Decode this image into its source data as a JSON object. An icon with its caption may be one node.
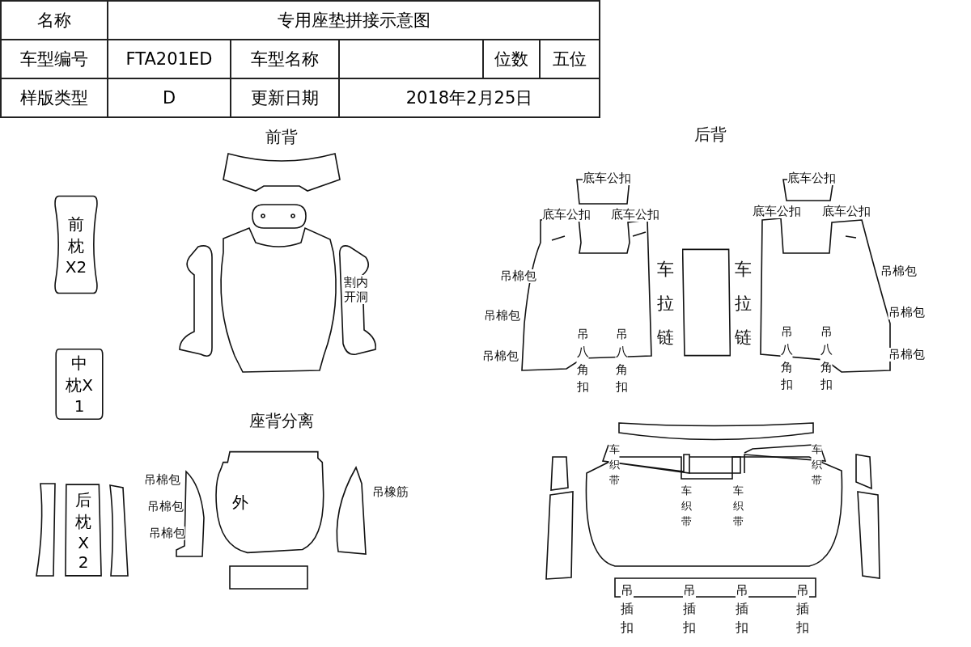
{
  "diagram": {
    "nodes": [
      {
        "text": [
          "前枕X2"
        ]
      },
      {
        "text": [
          "中枕X1"
        ]
      },
      {
        "text": [
          "后枕X2"
        ]
      },
      {
        "text": [
          "外"
        ]
      },
      {
        "text": [],
        "shape": "box"
      }
    ],
    "labels": [
      "名称",
      "专用座垫拼接示意图",
      "车型编号",
      "FTA201ED",
      "车型名称",
      "位数",
      "五位",
      "样版类型",
      "D",
      "更新日期",
      "2018年2月25日",
      "前背",
      "后背",
      "底车公扣",
      "底车公扣",
      "底车公扣",
      "底车公扣",
      "底车公扣",
      "底车公扣",
      "吊棉包",
      "割内开洞",
      "车拉链",
      "车拉链",
      "吊棉包",
      "吊棉包",
      "吊棉包",
      "吊棉包",
      "吊棉包",
      "吊八角扣",
      "吊八角扣",
      "吊八角扣",
      "吊八角扣",
      "座背分离",
      "吊棉包",
      "吊棉包",
      "吊棉包",
      "吊橡筋",
      "车织带",
      "车织带",
      "车织带",
      "车织带",
      "吊插扣",
      "吊插扣",
      "吊插扣",
      "吊插扣"
    ]
  }
}
